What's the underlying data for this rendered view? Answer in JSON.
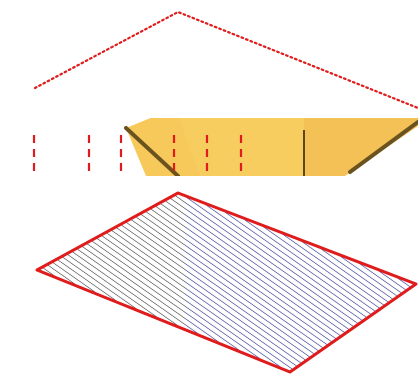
{
  "diagram": {
    "type": "exploded-isometric-roof-illustration",
    "text_labels": [],
    "colors": {
      "outline_red": "#e01b1b",
      "roof_fill": "#f6c95a",
      "roof_shade": "#e6ad3a",
      "roof_edge_dark": "#6b5320",
      "hatch_dark": "#2a2a2a",
      "hatch_blue": "#2e35a8",
      "background": "#ffffff"
    },
    "layers": [
      {
        "name": "roof-ridge-outline",
        "style": "dotted"
      },
      {
        "name": "roof-surface-section",
        "style": "filled"
      },
      {
        "name": "wall-post-guides",
        "style": "dashed"
      },
      {
        "name": "hatched-floor-plan",
        "style": "hatched"
      }
    ]
  }
}
